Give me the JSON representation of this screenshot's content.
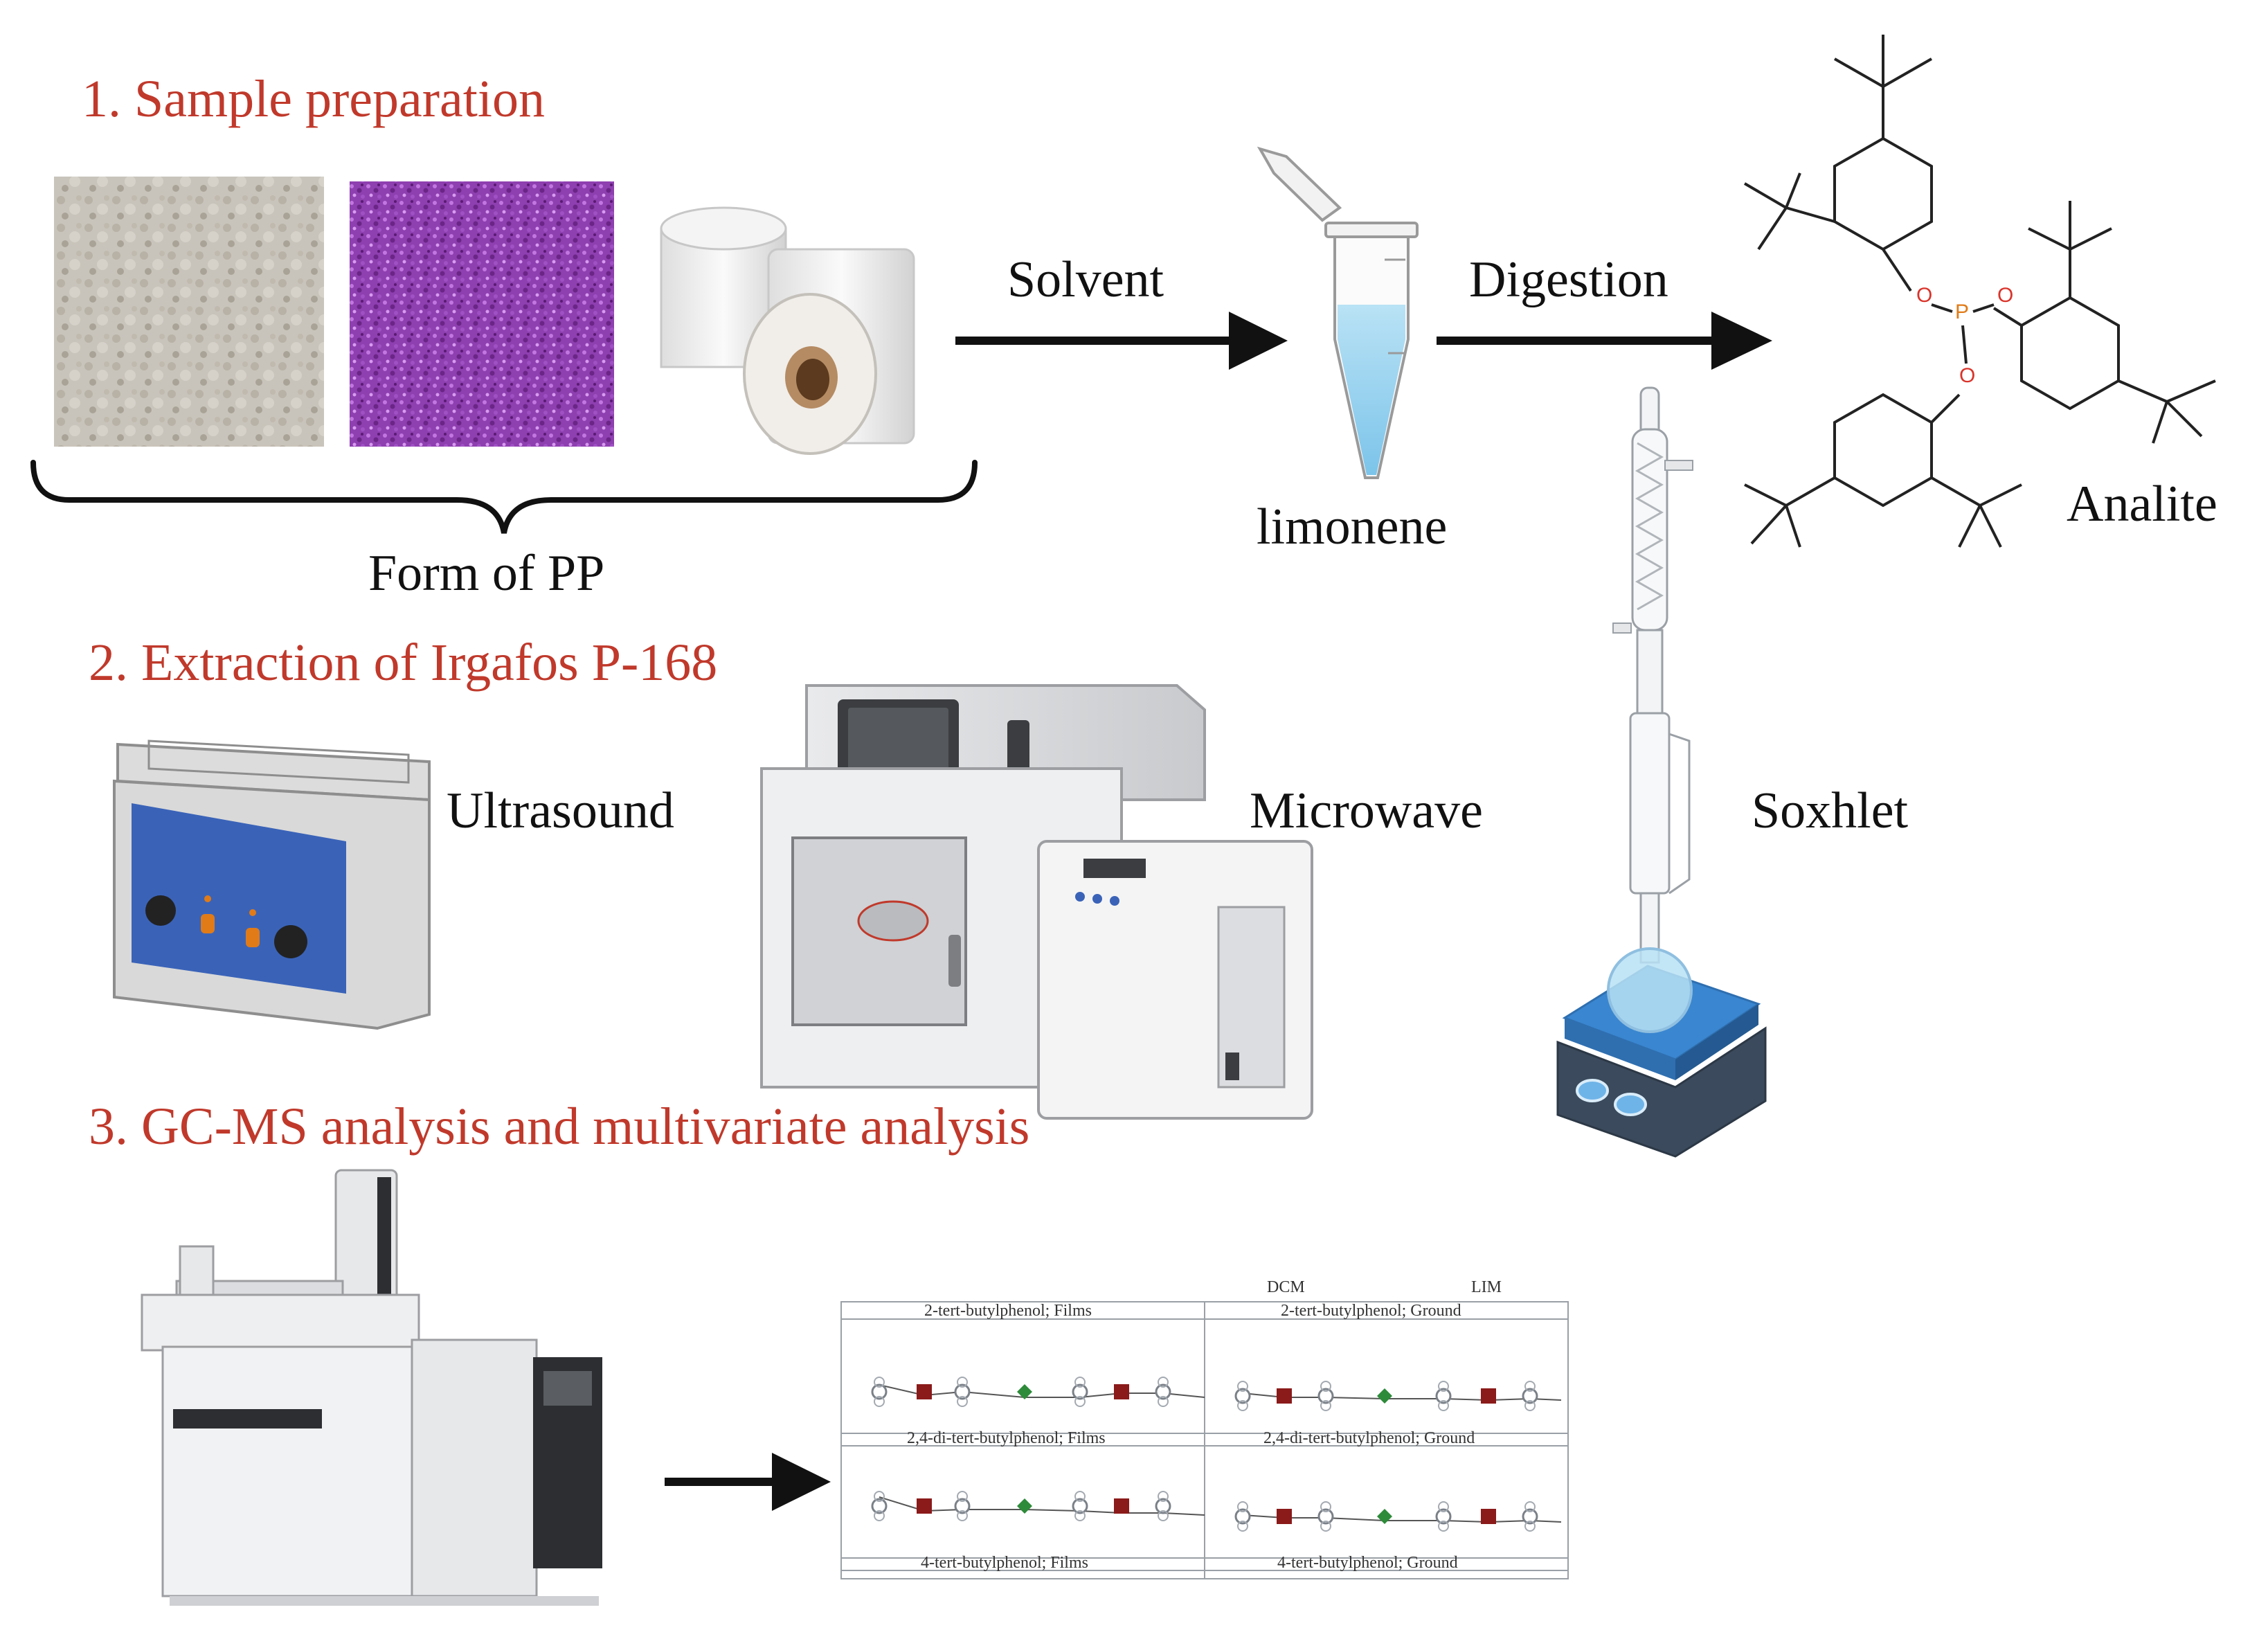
{
  "steps": {
    "s1": "1.  Sample preparation",
    "s2": "2.  Extraction of Irgafos P-168",
    "s3": "3. GC-MS analysis and multivariate analysis"
  },
  "labels": {
    "form": "Form of PP",
    "solvent": "Solvent",
    "limonene": "limonene",
    "digestion": "Digestion",
    "analite": "Analite",
    "ultrasound": "Ultrasound",
    "microwave": "Microwave",
    "soxhlet": "Soxhlet"
  },
  "molecule_atoms": {
    "o": "O",
    "p": "P"
  },
  "plot_panel": {
    "top_labels": [
      "DCM",
      "LIM"
    ],
    "panels": [
      "2-tert-butylphenol; Films",
      "2-tert-butylphenol; Ground",
      "2,4-di-tert-butylphenol; Films",
      "2,4-di-tert-butylphenol; Ground",
      "4-tert-butylphenol; Films",
      "4-tert-butylphenol; Ground"
    ]
  },
  "colors": {
    "step_title": "#c0392b",
    "arrow": "#111111",
    "tube_liquid": "#9fd3ef",
    "hotplate": "#2f6fb0",
    "sonicator_panel": "#3a63b8",
    "marker_red": "#8b1a1a",
    "marker_green": "#2e8b3a"
  },
  "icons": [
    "sample-swatch-gray",
    "sample-swatch-purple",
    "film-roll-icon",
    "eppendorf-tube-icon",
    "sonicator-icon",
    "microwave-reactor-icon",
    "soxhlet-apparatus-icon",
    "gc-ms-instrument-icon"
  ]
}
